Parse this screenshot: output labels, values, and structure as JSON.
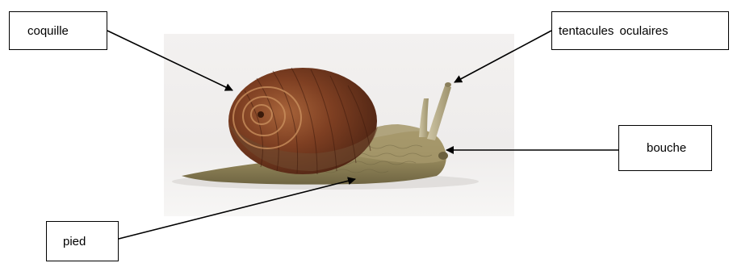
{
  "labels": {
    "shell": "coquille",
    "eye_tentacles": "tentacules  oculaires",
    "mouth": "bouche",
    "foot": "pied"
  },
  "colors": {
    "background": "#ffffff",
    "shell_dark": "#5a2d1a",
    "shell_mid": "#8b4a2a",
    "body_tan": "#a89a6c",
    "photo_bg": "#f4f2f1"
  }
}
